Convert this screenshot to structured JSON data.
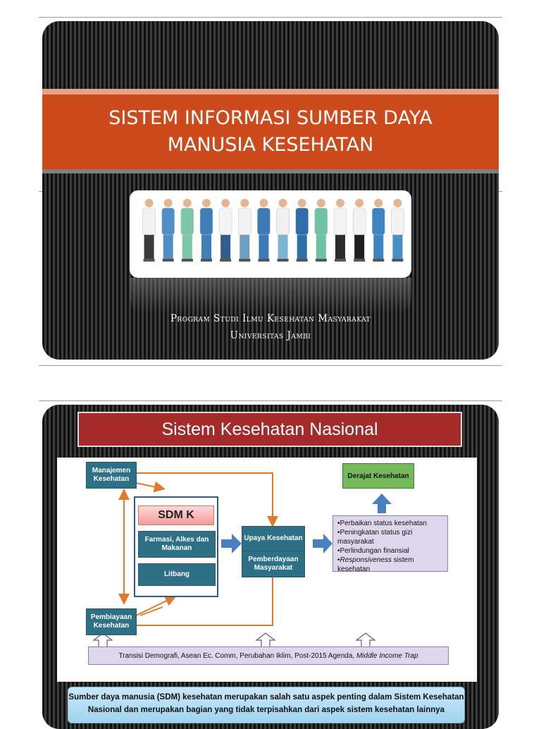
{
  "slide1": {
    "title": "SISTEM INFORMASI SUMBER DAYA MANUSIA KESEHATAN",
    "subtitle_line1": "Program Studi Ilmu Kesehatan Masyarakat",
    "subtitle_line2": "Universitas Jambi",
    "photo_people": [
      {
        "coat": "#f2f2f2",
        "pants": "#3a3a3a"
      },
      {
        "coat": "#4f8fc6",
        "pants": "#4f8fc6"
      },
      {
        "coat": "#7cc7a8",
        "pants": "#7cc7a8"
      },
      {
        "coat": "#3e7fb8",
        "pants": "#3e7fb8"
      },
      {
        "coat": "#f5f5f5",
        "pants": "#2f5f8a"
      },
      {
        "coat": "#f2f2f2",
        "pants": "#6e9fc2"
      },
      {
        "coat": "#3a7bb8",
        "pants": "#3a7bb8"
      },
      {
        "coat": "#f0f0f0",
        "pants": "#7bb6d6"
      },
      {
        "coat": "#2f6fa8",
        "pants": "#2f6fa8"
      },
      {
        "coat": "#6dc2a2",
        "pants": "#6dc2a2"
      },
      {
        "coat": "#f4f4f4",
        "pants": "#2c2c2c"
      },
      {
        "coat": "#f2f2f2",
        "pants": "#1f1f1f"
      },
      {
        "coat": "#3e84c0",
        "pants": "#3e84c0"
      },
      {
        "coat": "#f3f3f3",
        "pants": "#4b8ec4"
      }
    ]
  },
  "slide2": {
    "header": "Sistem Kesehatan Nasional",
    "manajemen": "Manajemen Kesehatan",
    "sdm_title": "SDM K",
    "farmasi": "Farmasi, Alkes dan Makanan",
    "litbang": "Litbang",
    "pembiayaan": "Pembiayaan Kesehatan",
    "upaya": "Upaya Kesehatan",
    "pemberdayaan": "Pemberdayaan Masyarakat",
    "derajat": "Derajat Kesehatan",
    "goals": [
      "•Perbaikan status kesehatan",
      "•Peningkatan status gizi masyarakat",
      "•Perlindungan finansial"
    ],
    "goal_last_italic": "Responsiveness",
    "goal_last_rest": " sistem kesehatan",
    "goal_last_bullet": "•",
    "trans_text": "Transisi Demografi, Asean Ec. Comm, Perubahan Iklim, Post-2015 Agenda, ",
    "trans_italic": "Middle Income Trap",
    "note_line1": "Sumber daya manusia (SDM) kesehatan merupakan salah satu aspek penting dalam Sistem Kesehatan",
    "note_line2": "Nasional dan merupakan bagian yang tidak terpisahkan dari aspek sistem kesehatan lainnya"
  },
  "colors": {
    "title_band": "#cc4a1c",
    "header_red": "#a52a2a",
    "teal_box": "#2e7085",
    "arrow_orange": "#e07b2a",
    "arrow_blue": "#4a7fc1"
  }
}
